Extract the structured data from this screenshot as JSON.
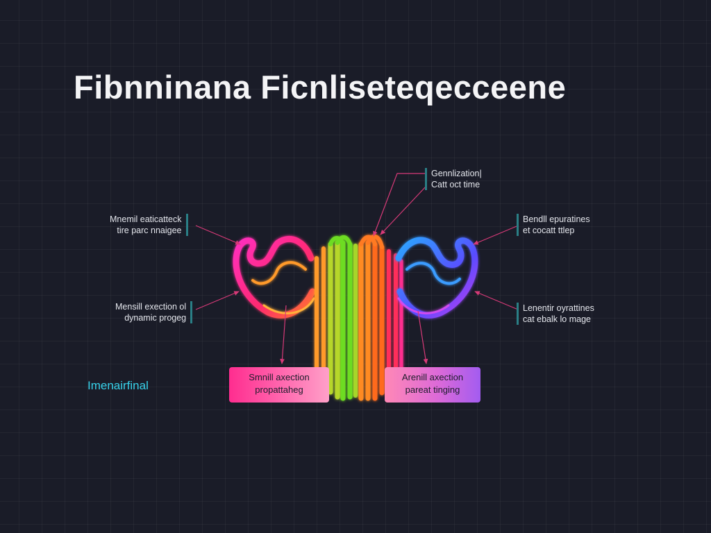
{
  "title": "Fibnninana Ficnliseteqecceene",
  "side_label": "Imenairfinal",
  "annotations": {
    "top": {
      "line1": "Gennlization|",
      "line2": "Catt oct time"
    },
    "upper_left": {
      "line1": "Mnemil eaticatteck",
      "line2": "tire parc nnaigee"
    },
    "lower_left": {
      "line1": "Mensill exection ol",
      "line2": "dynamic progeg"
    },
    "upper_right": {
      "line1": "Bendll epuratines",
      "line2": "et cocatt ttlep"
    },
    "lower_right": {
      "line1": "Lenentir oyrattines",
      "line2": "cat ebalk lo mage"
    }
  },
  "boxes": {
    "left": {
      "line1": "Smnill axection",
      "line2": "propattaheg"
    },
    "right": {
      "line1": "Arenill axection",
      "line2": "pareat tinging"
    }
  },
  "colors": {
    "background": "#1a1c28",
    "title": "#f4f4f6",
    "connector": "#d83a78",
    "side_label": "#37d2ea",
    "marker": "#2a7f86"
  },
  "icons": [
    "arrow-icon"
  ]
}
